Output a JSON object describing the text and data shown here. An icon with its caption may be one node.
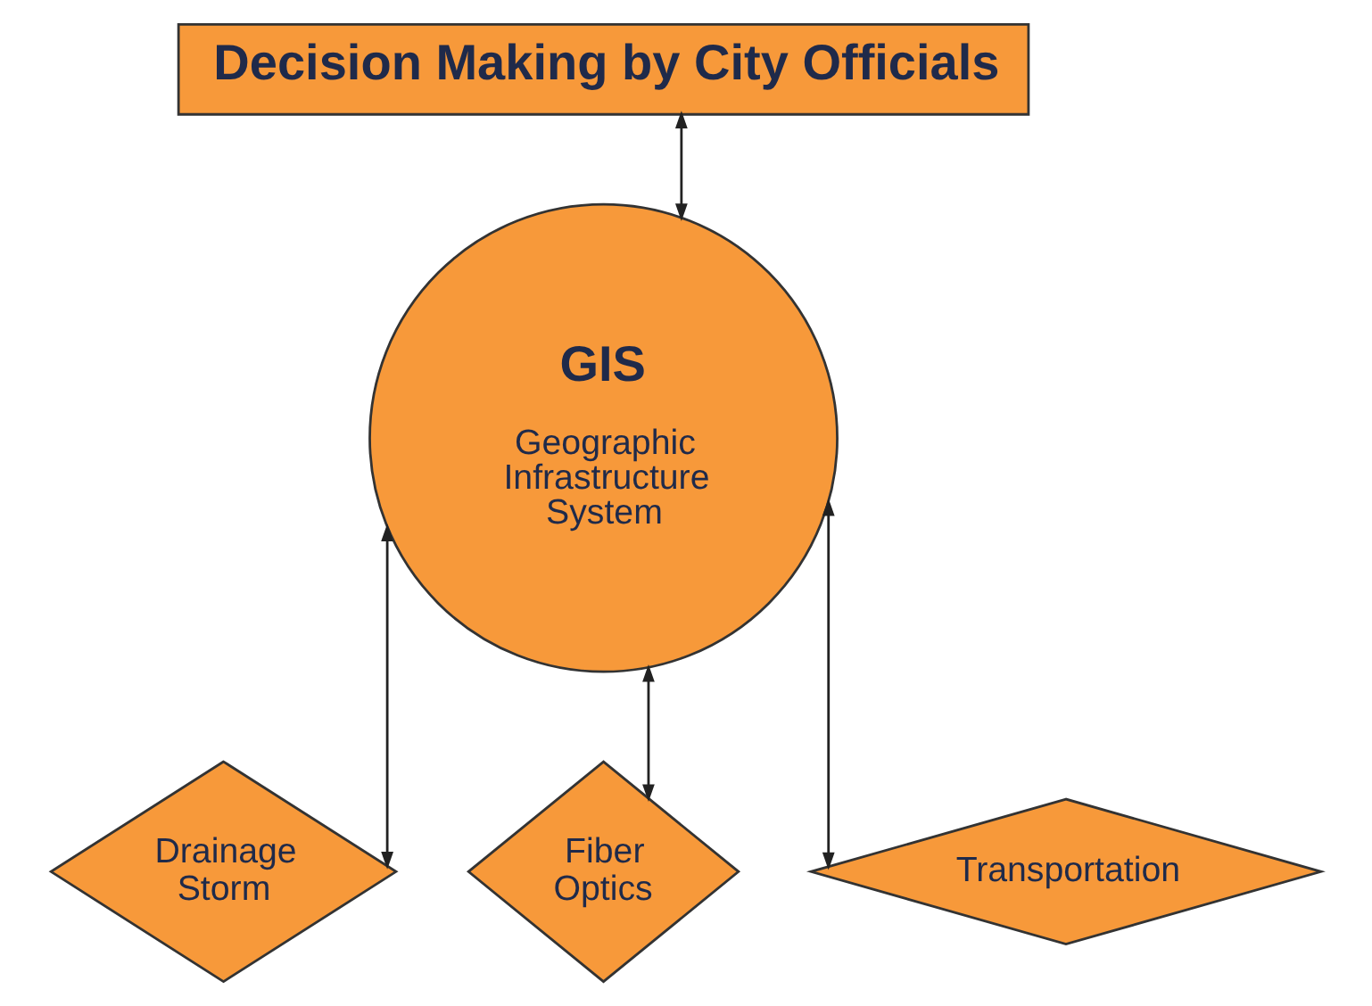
{
  "diagram": {
    "nodes": [
      {
        "text": [
          "Decision Making by City Officials"
        ]
      },
      {
        "text": [
          "GIS",
          "Geographic Infrastructure System"
        ]
      },
      {
        "text": [
          "Drainage Storm"
        ]
      },
      {
        "text": [
          "Fiber Optics"
        ]
      },
      {
        "text": [
          "Transportation"
        ]
      }
    ],
    "edges": [
      {
        "from": 0,
        "to": 1,
        "arrow": "both"
      },
      {
        "from": 2,
        "to": 1,
        "arrow": "both"
      },
      {
        "from": 3,
        "to": 1,
        "arrow": "both"
      },
      {
        "from": 4,
        "to": 1,
        "arrow": "both"
      }
    ]
  }
}
